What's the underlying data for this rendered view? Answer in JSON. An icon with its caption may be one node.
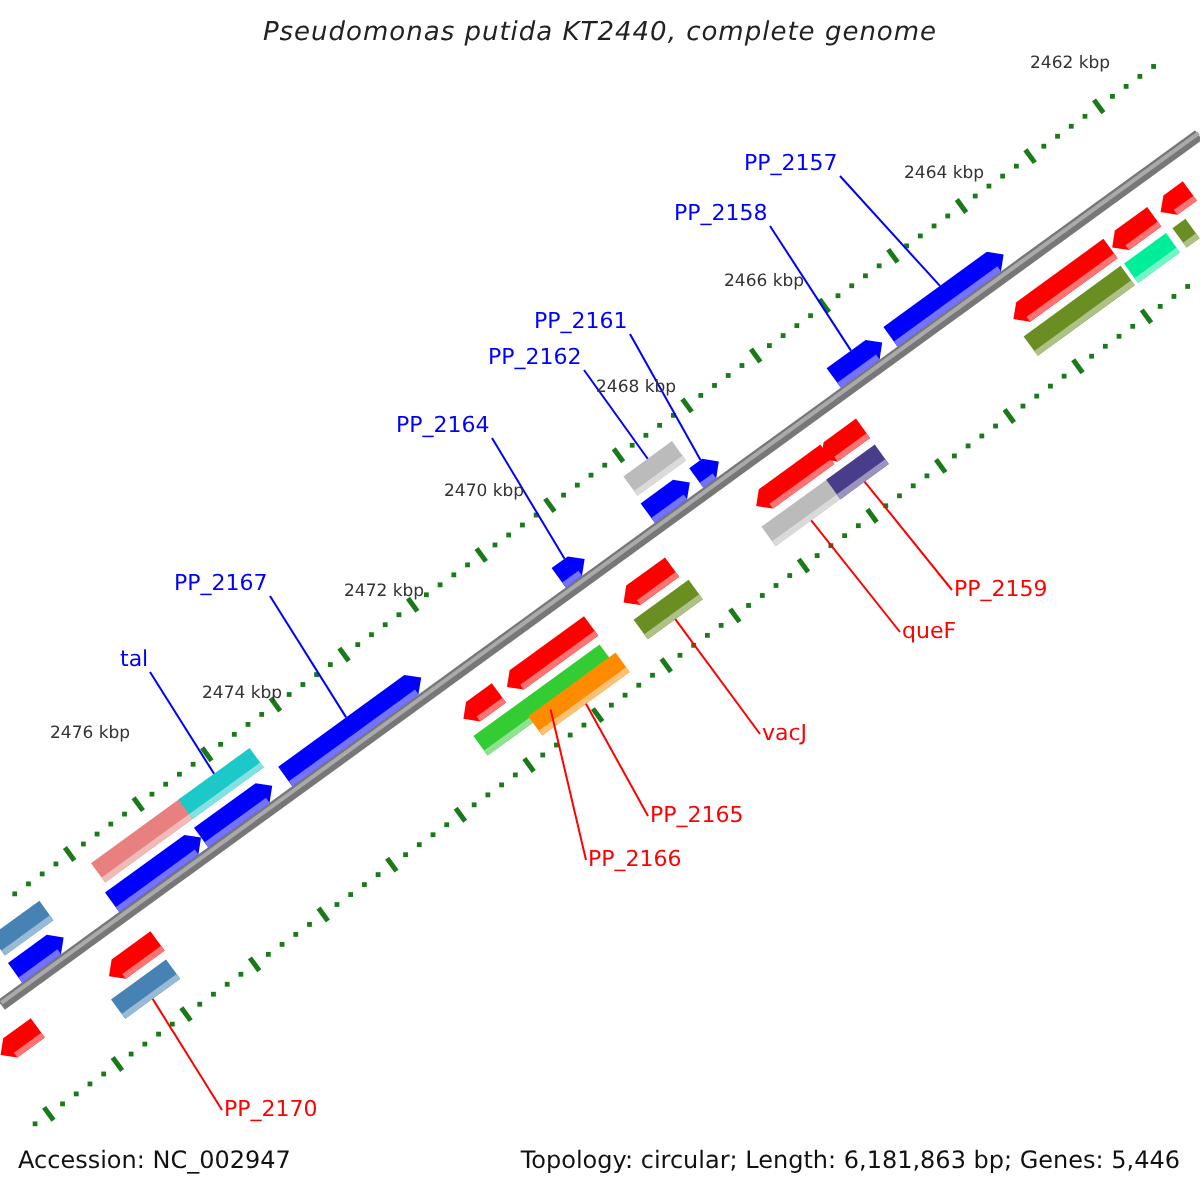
{
  "diagram": {
    "title": "Pseudomonas putida KT2440, complete genome",
    "nodes": [
      {
        "text": [
          "PP_2157"
        ]
      },
      {
        "text": [],
        "shape": "bar"
      },
      {
        "text": [
          "PP_2158"
        ]
      },
      {
        "text": [],
        "shape": "bar"
      },
      {
        "text": [
          "PP_2161"
        ]
      },
      {
        "text": [],
        "shape": "bar"
      },
      {
        "text": [
          "PP_2162"
        ]
      },
      {
        "text": [],
        "shape": "bar"
      },
      {
        "text": [
          "PP_2164"
        ]
      },
      {
        "text": [],
        "shape": "bar"
      },
      {
        "text": [
          "PP_2167"
        ]
      },
      {
        "text": [],
        "shape": "bar"
      },
      {
        "text": [
          "tal"
        ]
      },
      {
        "text": [],
        "shape": "bar"
      },
      {
        "text": [
          "PP_2159"
        ]
      },
      {
        "text": [],
        "shape": "bar"
      },
      {
        "text": [
          "queF"
        ]
      },
      {
        "text": [],
        "shape": "bar"
      },
      {
        "text": [
          "vacJ"
        ]
      },
      {
        "text": [],
        "shape": "bar"
      },
      {
        "text": [
          "PP_2165"
        ]
      },
      {
        "text": [],
        "shape": "bar"
      },
      {
        "text": [
          "PP_2166"
        ]
      },
      {
        "text": [],
        "shape": "bar"
      },
      {
        "text": [
          "PP_2170"
        ]
      },
      {
        "text": [],
        "shape": "bar"
      },
      {
        "text": [],
        "shape": "bar"
      },
      {
        "text": [],
        "shape": "bar"
      },
      {
        "text": [],
        "shape": "bar"
      },
      {
        "text": [],
        "shape": "bar"
      },
      {
        "text": [],
        "shape": "bar"
      },
      {
        "text": [],
        "shape": "bar"
      },
      {
        "text": [],
        "shape": "bar"
      },
      {
        "text": [],
        "shape": "bar"
      },
      {
        "text": [],
        "shape": "bar"
      },
      {
        "text": [],
        "shape": "bar"
      },
      {
        "text": [],
        "shape": "bar"
      },
      {
        "text": [],
        "shape": "bar"
      },
      {
        "text": [],
        "shape": "bar"
      },
      {
        "text": [],
        "shape": "bar"
      },
      {
        "text": [],
        "shape": "bar"
      },
      {
        "text": [],
        "shape": "bar"
      },
      {
        "text": [],
        "shape": "bar"
      },
      {
        "text": [],
        "shape": "bar"
      },
      {
        "text": [],
        "shape": "bar"
      }
    ],
    "edges": [
      {
        "from": 0,
        "to": 1,
        "arrow": "none",
        "color": "#0000ff"
      },
      {
        "from": 2,
        "to": 3,
        "arrow": "none",
        "color": "#0000ff"
      },
      {
        "from": 4,
        "to": 5,
        "arrow": "none",
        "color": "#0000ff"
      },
      {
        "from": 6,
        "to": 7,
        "arrow": "none",
        "color": "#0000ff"
      },
      {
        "from": 8,
        "to": 9,
        "arrow": "none",
        "color": "#0000ff"
      },
      {
        "from": 10,
        "to": 11,
        "arrow": "none",
        "color": "#0000ff"
      },
      {
        "from": 12,
        "to": 13,
        "arrow": "none",
        "color": "#0000ff"
      },
      {
        "from": 14,
        "to": 15,
        "arrow": "none",
        "color": "#ff0000"
      },
      {
        "from": 16,
        "to": 17,
        "arrow": "none",
        "color": "#ff0000"
      },
      {
        "from": 18,
        "to": 19,
        "arrow": "none",
        "color": "#ff0000"
      },
      {
        "from": 20,
        "to": 21,
        "arrow": "none",
        "color": "#ff0000"
      },
      {
        "from": 22,
        "to": 23,
        "arrow": "none",
        "color": "#ff0000"
      },
      {
        "from": 24,
        "to": 25,
        "arrow": "none",
        "color": "#ff0000"
      }
    ],
    "labels": [
      "2462 kbp",
      "2464 kbp",
      "2466 kbp",
      "2468 kbp",
      "2470 kbp",
      "2472 kbp",
      "2474 kbp",
      "2476 kbp",
      "Accession: NC_002947",
      "Topology: circular; Length: 6,181,863 bp; Genes: 5,446"
    ]
  }
}
